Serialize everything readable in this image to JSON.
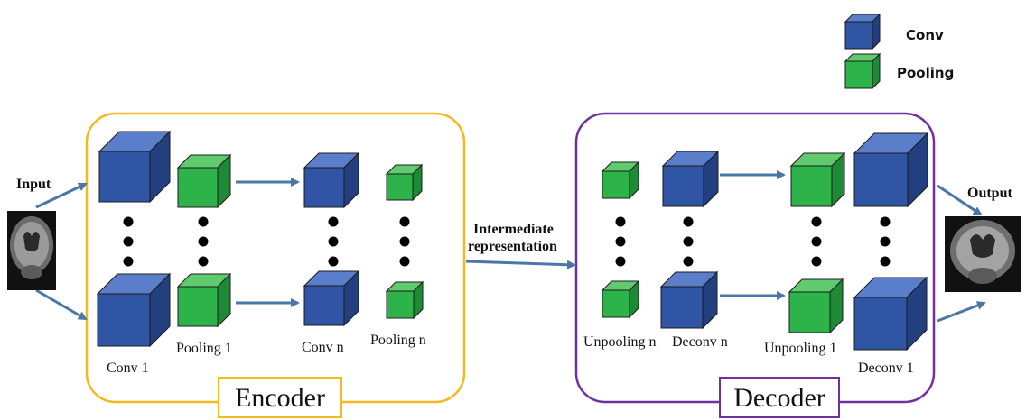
{
  "legend": {
    "conv": {
      "label": "Conv",
      "color": "#4472c4"
    },
    "pooling": {
      "label": "Pooling",
      "color": "#3cb44b"
    }
  },
  "input_label": "Input",
  "output_label": "Output",
  "intermediate_label": [
    "Intermediate",
    "representation"
  ],
  "encoder": {
    "title": "Encoder",
    "border_color": "#f5b820",
    "labels": {
      "conv1": "Conv 1",
      "pool1": "Pooling 1",
      "convn": "Conv n",
      "pooln": "Pooling n"
    }
  },
  "decoder": {
    "title": "Decoder",
    "border_color": "#7030a0",
    "labels": {
      "unpooln": "Unpooling n",
      "deconvn": "Deconv n",
      "unpool1": "Unpooling 1",
      "deconv1": "Deconv 1"
    }
  },
  "colors": {
    "arrow": "#4a77a8",
    "conv_front": "#2f55a4",
    "conv_top": "#5b7ecb",
    "conv_side": "#22407f",
    "pool_front": "#2db34a",
    "pool_top": "#5fcb6e",
    "pool_side": "#1f8a36"
  }
}
